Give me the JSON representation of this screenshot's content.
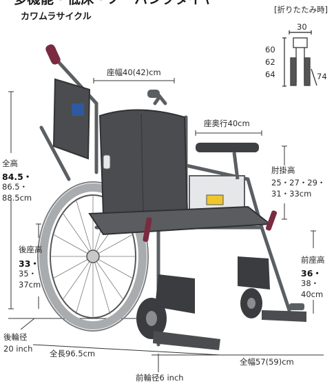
{
  "header": {
    "title": "多機能・低床・ノーパンクタイヤ",
    "subtitle": "カワムラサイクル"
  },
  "folded": {
    "label": "[折りたたみ時]",
    "width": "30",
    "heights": [
      "60",
      "62",
      "64"
    ],
    "depth": "74"
  },
  "dimensions": {
    "seat_width": "座幅40(42)cm",
    "seat_depth": "座奥行40cm",
    "total_height": {
      "label": "全高",
      "main": "84.5・",
      "alt1": "86.5・",
      "alt2": "88.5cm"
    },
    "armrest_height": {
      "label": "肘掛高",
      "line1": "25・27・29・",
      "line2": "31・33cm"
    },
    "rear_seat_height": {
      "label": "後座高",
      "main": "33・",
      "alt1": "35・",
      "alt2": "37cm"
    },
    "front_seat_height": {
      "label": "前座高",
      "main": "36・",
      "alt1": "38・",
      "alt2": "40cm"
    },
    "rear_wheel": {
      "label": "後輪径",
      "value": "20 inch"
    },
    "total_length": "全長96.5cm",
    "total_width": "全幅57(59)cm",
    "front_wheel": "前輪径6 inch"
  },
  "colors": {
    "frame": "#5b5f63",
    "seat": "#4a4c4f",
    "accent": "#7a2b3f",
    "tire": "#a9acae"
  }
}
